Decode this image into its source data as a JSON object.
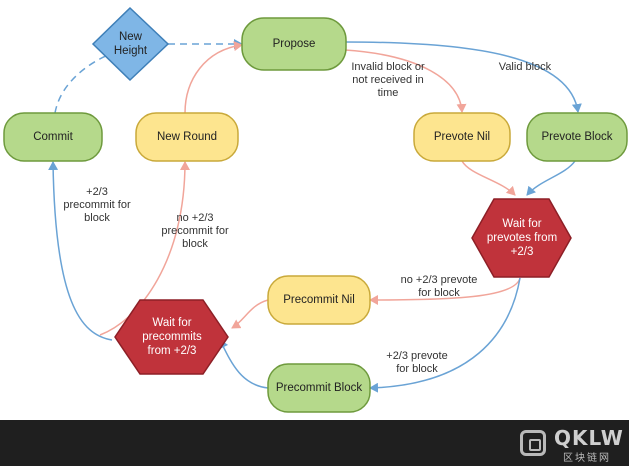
{
  "colors": {
    "green_fill": "#b5d98b",
    "green_stroke": "#6e9a3d",
    "yellow_fill": "#fde58f",
    "yellow_stroke": "#c9a93a",
    "red_fill": "#c0333b",
    "red_stroke": "#8d1f26",
    "blue_fill": "#7fb6e6",
    "blue_stroke": "#3e7fb8",
    "edge_blue": "#6aa3d5",
    "edge_red": "#f1a59a"
  },
  "nodes": {
    "new_height": "New\nHeight",
    "propose": "Propose",
    "commit": "Commit",
    "new_round": "New Round",
    "prevote_nil": "Prevote Nil",
    "prevote_block": "Prevote Block",
    "wait_prevotes": "Wait for\nprevotes from\n+2/3",
    "precommit_nil": "Precommit Nil",
    "wait_precommits": "Wait for\nprecommits\nfrom +2/3",
    "precommit_block": "Precommit Block"
  },
  "edge_labels": {
    "invalid_block": "Invalid block or\nnot received in\ntime",
    "valid_block": "Valid block",
    "precommit_for_block": "+2/3\nprecommit for\nblock",
    "no_precommit_for_block": "no +2/3\nprecommit for\nblock",
    "no_prevote_for_block": "no +2/3 prevote\nfor block",
    "prevote_for_block": "+2/3 prevote\nfor block"
  },
  "watermark": {
    "brand": "QKLW",
    "sub": "区块链网"
  }
}
